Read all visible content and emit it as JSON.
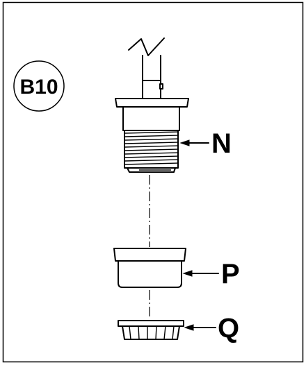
{
  "diagram": {
    "step_badge": "B10",
    "parts": [
      {
        "label": "N"
      },
      {
        "label": "P"
      },
      {
        "label": "Q"
      }
    ]
  }
}
